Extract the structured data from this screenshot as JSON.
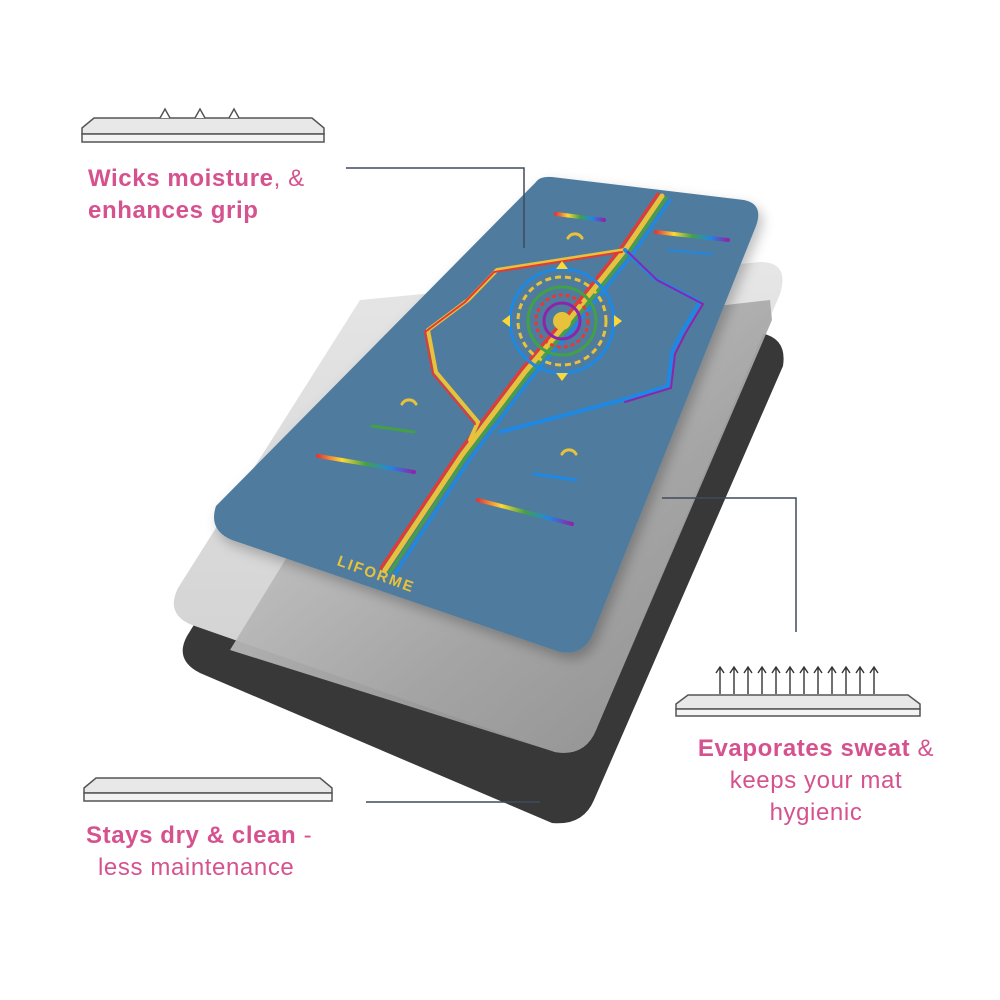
{
  "brand": "LIFORME",
  "captions": {
    "top": {
      "bold": "Wicks moisture",
      "rest": ", &",
      "line2_bold": "enhances grip"
    },
    "right": {
      "bold": "Evaporates sweat",
      "rest": " &",
      "line2": "keeps your mat",
      "line3": "hygienic"
    },
    "bottom": {
      "bold": "Stays dry & clean",
      "rest": " -",
      "line2": "less maintenance"
    }
  },
  "colors": {
    "caption": "#d6528f",
    "mat_top": "#4f7c9e",
    "middle_layer": "#9a9a9a",
    "base_layer": "#3a3a3a",
    "accent_yellow": "#e8c23a"
  },
  "icons": [
    "grip-layer-icon",
    "evaporation-layer-icon",
    "base-layer-icon",
    "mandala-icon"
  ]
}
